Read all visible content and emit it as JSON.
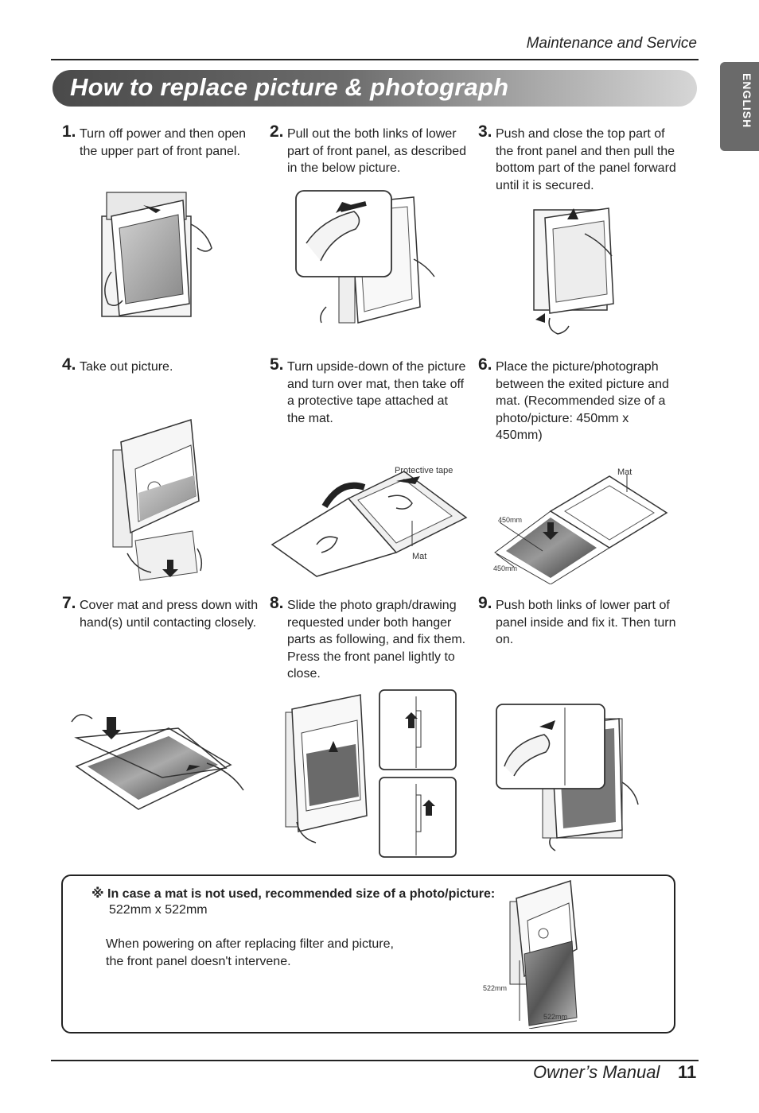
{
  "header": {
    "section": "Maintenance and Service",
    "title": "How to replace picture & photograph",
    "language_tab": "ENGLISH"
  },
  "steps": [
    {
      "number": "1.",
      "text": "Turn off power and then open the upper part of front panel."
    },
    {
      "number": "2.",
      "text": "Pull out the both links of lower part of front panel, as described in the below picture."
    },
    {
      "number": "3.",
      "text": "Push and close the top part of the front panel and then pull the bottom part of the panel forward until it is secured."
    },
    {
      "number": "4.",
      "text": "Take out picture."
    },
    {
      "number": "5.",
      "text": "Turn upside-down of the picture and turn over mat, then take off a protective tape attached at the mat."
    },
    {
      "number": "6.",
      "text": "Place the picture/photograph between the exited picture and mat. (Recommended size of a photo/picture: 450mm x 450mm)"
    },
    {
      "number": "7.",
      "text": "Cover mat and press down with hand(s) until contacting closely."
    },
    {
      "number": "8.",
      "text": "Slide the photo graph/drawing requested under both hanger parts as following, and fix them. Press the front panel lightly to close."
    },
    {
      "number": "9.",
      "text": "Push both links of lower part of panel inside and fix it. Then turn on."
    }
  ],
  "figure_labels": {
    "protective_tape": "Protective tape",
    "mat_5": "Mat",
    "mat_6": "Mat",
    "size_450_a": "450mm",
    "size_450_b": "450mm",
    "size_522_a": "522mm",
    "size_522_b": "522mm"
  },
  "note": {
    "symbol": "※",
    "heading": "In case a mat is not used, recommended size of a photo/picture:",
    "size": "522mm x 522mm",
    "line1": "When powering on after replacing filter and picture,",
    "line2": "the front panel doesn't intervene."
  },
  "footer": {
    "manual": "Owner’s Manual",
    "page": "11"
  }
}
